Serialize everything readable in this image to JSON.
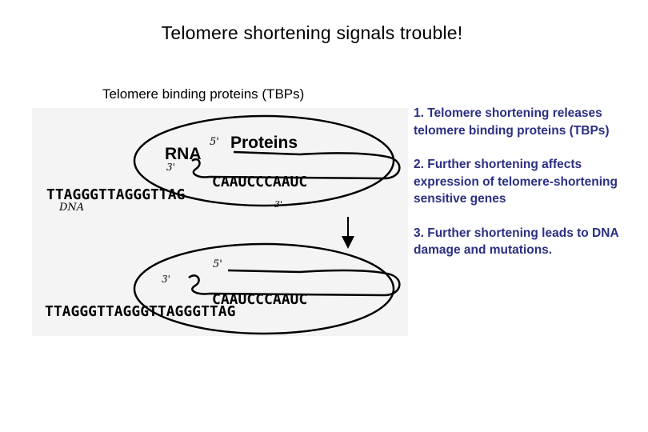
{
  "title": "Telomere shortening signals trouble!",
  "subtitle": "Telomere binding proteins (TBPs)",
  "points": [
    "1. Telomere shortening releases telomere binding proteins (TBPs)",
    "2. Further shortening affects expression of telomere-shortening sensitive genes",
    "3. Further shortening leads to DNA damage and mutations."
  ],
  "diagram": {
    "top": {
      "proteins_label": "Proteins",
      "rna_label": "RNA",
      "five_prime": "5'",
      "three_prime": "3'",
      "rna_sequence": "CAAUCCCAAUC",
      "dna_sequence": "TTAGGGTTAGGGTTAG",
      "dna_three_prime": "3'",
      "dna_label": "DNA"
    },
    "bottom": {
      "five_prime": "5'",
      "three_prime": "3'",
      "rna_sequence": "CAAUCCCAAUC",
      "dna_sequence": "TTAGGGTTAGGGTTAGGGTTAG"
    }
  }
}
